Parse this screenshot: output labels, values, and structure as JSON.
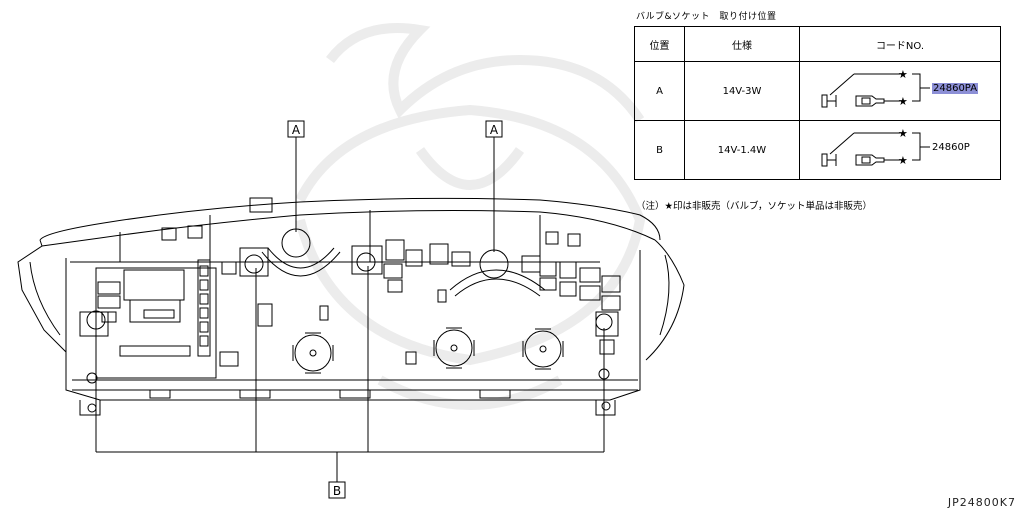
{
  "table": {
    "title": "バルブ&ソケット　取り付け位置",
    "headers": [
      "位置",
      "仕様",
      "コードNO."
    ],
    "rows": [
      {
        "position": "A",
        "spec": "14V-3W",
        "code": "24860PA",
        "highlight": true
      },
      {
        "position": "B",
        "spec": "14V-1.4W",
        "code": "24860P",
        "highlight": false
      }
    ]
  },
  "note": "（注）★印は非販売（バルブ，ソケット単品は非販売）",
  "callouts": {
    "a_left": "A",
    "a_right": "A",
    "b": "B"
  },
  "drawing_code": "JP24800K7",
  "colors": {
    "highlight": "#8c8fd6",
    "line": "#000000",
    "watermark": "#ececec"
  }
}
